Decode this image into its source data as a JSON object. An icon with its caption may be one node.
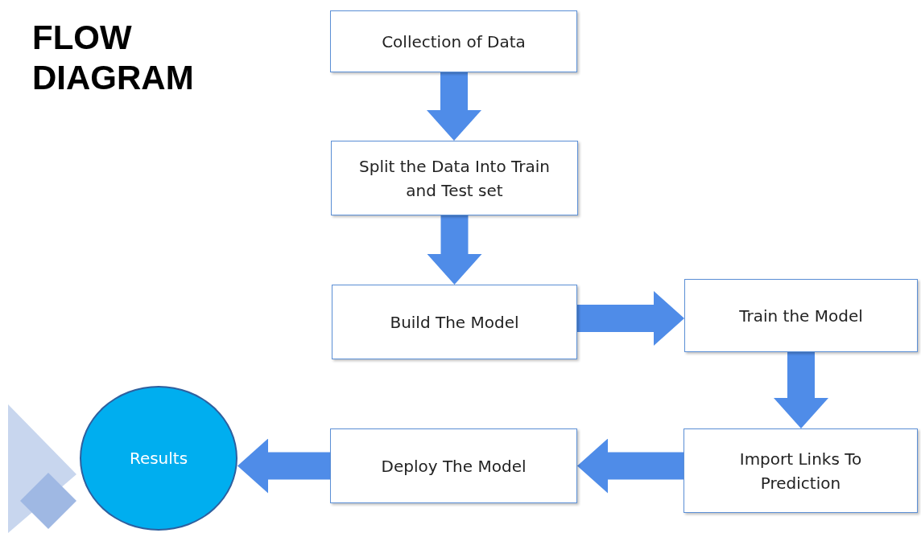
{
  "diagram": {
    "title": "FLOW DIAGRAM",
    "nodes": [
      {
        "text": [
          "Collection of Data"
        ]
      },
      {
        "text": [
          "Split the Data Into Train and Test set"
        ]
      },
      {
        "text": [
          "Build The Model"
        ]
      },
      {
        "text": [
          "Train the Model"
        ]
      },
      {
        "text": [
          "Import Links To Prediction"
        ]
      },
      {
        "text": [
          "Deploy The Model"
        ]
      },
      {
        "text": [
          "Results"
        ]
      }
    ],
    "edges": [
      {
        "from": 0,
        "to": 1,
        "arrow": "to"
      },
      {
        "from": 1,
        "to": 2,
        "arrow": "to"
      },
      {
        "from": 2,
        "to": 3,
        "arrow": "to"
      },
      {
        "from": 3,
        "to": 4,
        "arrow": "to"
      },
      {
        "from": 4,
        "to": 5,
        "arrow": "to"
      },
      {
        "from": 5,
        "to": 6,
        "arrow": "to"
      }
    ]
  }
}
